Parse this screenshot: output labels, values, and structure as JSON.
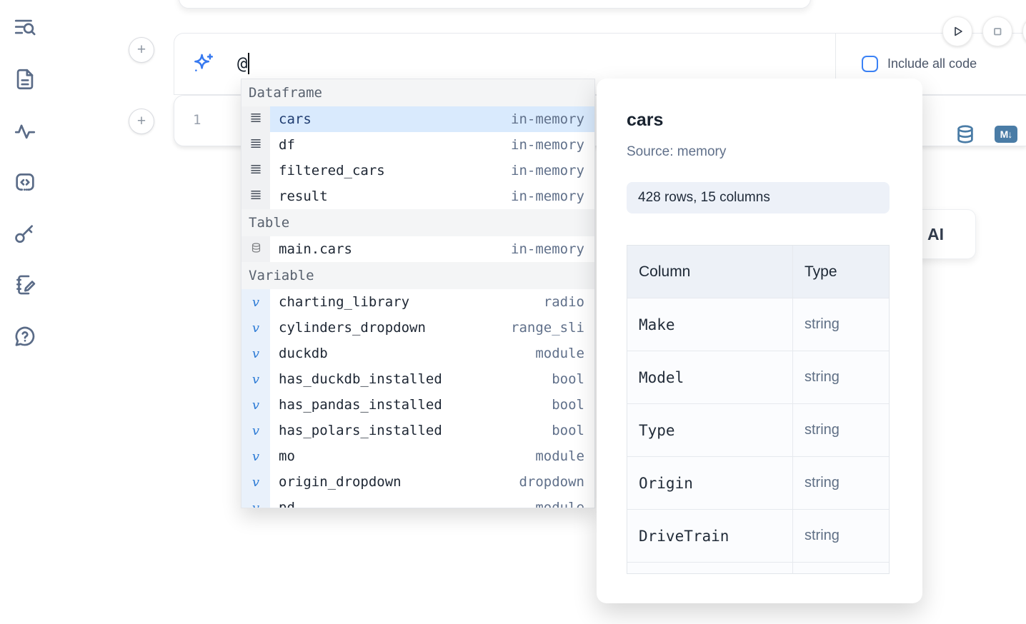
{
  "colors": {
    "accent_blue": "#3b82f6",
    "steel_blue": "#4a7ca6",
    "selection_bg": "#d9eafd",
    "sidebar_icon": "#5a6b87"
  },
  "sidebar": {
    "icons": [
      {
        "name": "list-search-icon"
      },
      {
        "name": "file-text-icon"
      },
      {
        "name": "activity-icon"
      },
      {
        "name": "code-square-icon"
      },
      {
        "name": "key-icon"
      },
      {
        "name": "notebook-pen-icon"
      },
      {
        "name": "help-chat-icon"
      }
    ]
  },
  "add_buttons": {
    "top_label": "+",
    "bottom_label": "+"
  },
  "ai_panel": {
    "sparkles_icon": "sparkles-icon",
    "input_value": "@",
    "include_all_code_label": "Include all code",
    "include_all_code_checked": false
  },
  "run_controls": {
    "play_icon": "play-icon",
    "stop_icon": "stop-icon"
  },
  "editor_cell": {
    "line_number": "1",
    "database_icon": "database-icon",
    "markdown_icon_label": "M↓"
  },
  "autocomplete": {
    "variable_glyph": "v",
    "sections": [
      {
        "label": "Dataframe",
        "items": [
          {
            "name": "cars",
            "meta": "in-memory",
            "selected": true
          },
          {
            "name": "df",
            "meta": "in-memory",
            "selected": false
          },
          {
            "name": "filtered_cars",
            "meta": "in-memory",
            "selected": false
          },
          {
            "name": "result",
            "meta": "in-memory",
            "selected": false
          }
        ]
      },
      {
        "label": "Table",
        "items": [
          {
            "name": "main.cars",
            "meta": "in-memory",
            "selected": false
          }
        ]
      },
      {
        "label": "Variable",
        "items": [
          {
            "name": "charting_library",
            "meta": "radio",
            "selected": false
          },
          {
            "name": "cylinders_dropdown",
            "meta": "range_sli",
            "selected": false
          },
          {
            "name": "duckdb",
            "meta": "module",
            "selected": false
          },
          {
            "name": "has_duckdb_installed",
            "meta": "bool",
            "selected": false
          },
          {
            "name": "has_pandas_installed",
            "meta": "bool",
            "selected": false
          },
          {
            "name": "has_polars_installed",
            "meta": "bool",
            "selected": false
          },
          {
            "name": "mo",
            "meta": "module",
            "selected": false
          },
          {
            "name": "origin_dropdown",
            "meta": "dropdown",
            "selected": false
          },
          {
            "name": "pd",
            "meta": "module",
            "selected": false
          }
        ]
      }
    ]
  },
  "preview_panel": {
    "title": "cars",
    "source_label": "Source: memory",
    "shape_badge": "428 rows, 15 columns",
    "table": {
      "headers": [
        "Column",
        "Type"
      ],
      "rows": [
        [
          "Make",
          "string"
        ],
        [
          "Model",
          "string"
        ],
        [
          "Type",
          "string"
        ],
        [
          "Origin",
          "string"
        ],
        [
          "DriveTrain",
          "string"
        ],
        [
          "",
          ""
        ]
      ]
    }
  },
  "ai_button": {
    "label": "AI"
  }
}
